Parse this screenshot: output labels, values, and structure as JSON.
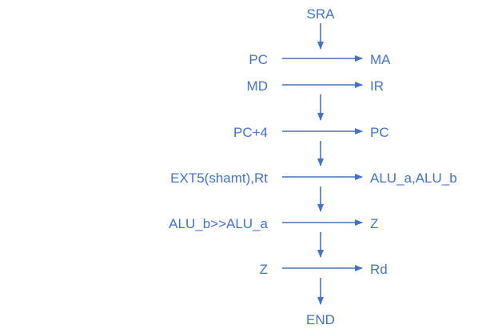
{
  "colors": {
    "ink": "#4472C4",
    "background": "#ffffff"
  },
  "diagram": {
    "start": "SRA",
    "end": "END",
    "steps": [
      {
        "source": "PC",
        "target": "MA"
      },
      {
        "source": "MD",
        "target": "IR"
      },
      {
        "source": "PC+4",
        "target": "PC"
      },
      {
        "source": "EXT5(shamt),Rt",
        "target": "ALU_a,ALU_b"
      },
      {
        "source": "ALU_b>>ALU_a",
        "target": "Z"
      },
      {
        "source": "Z",
        "target": "Rd"
      }
    ]
  }
}
